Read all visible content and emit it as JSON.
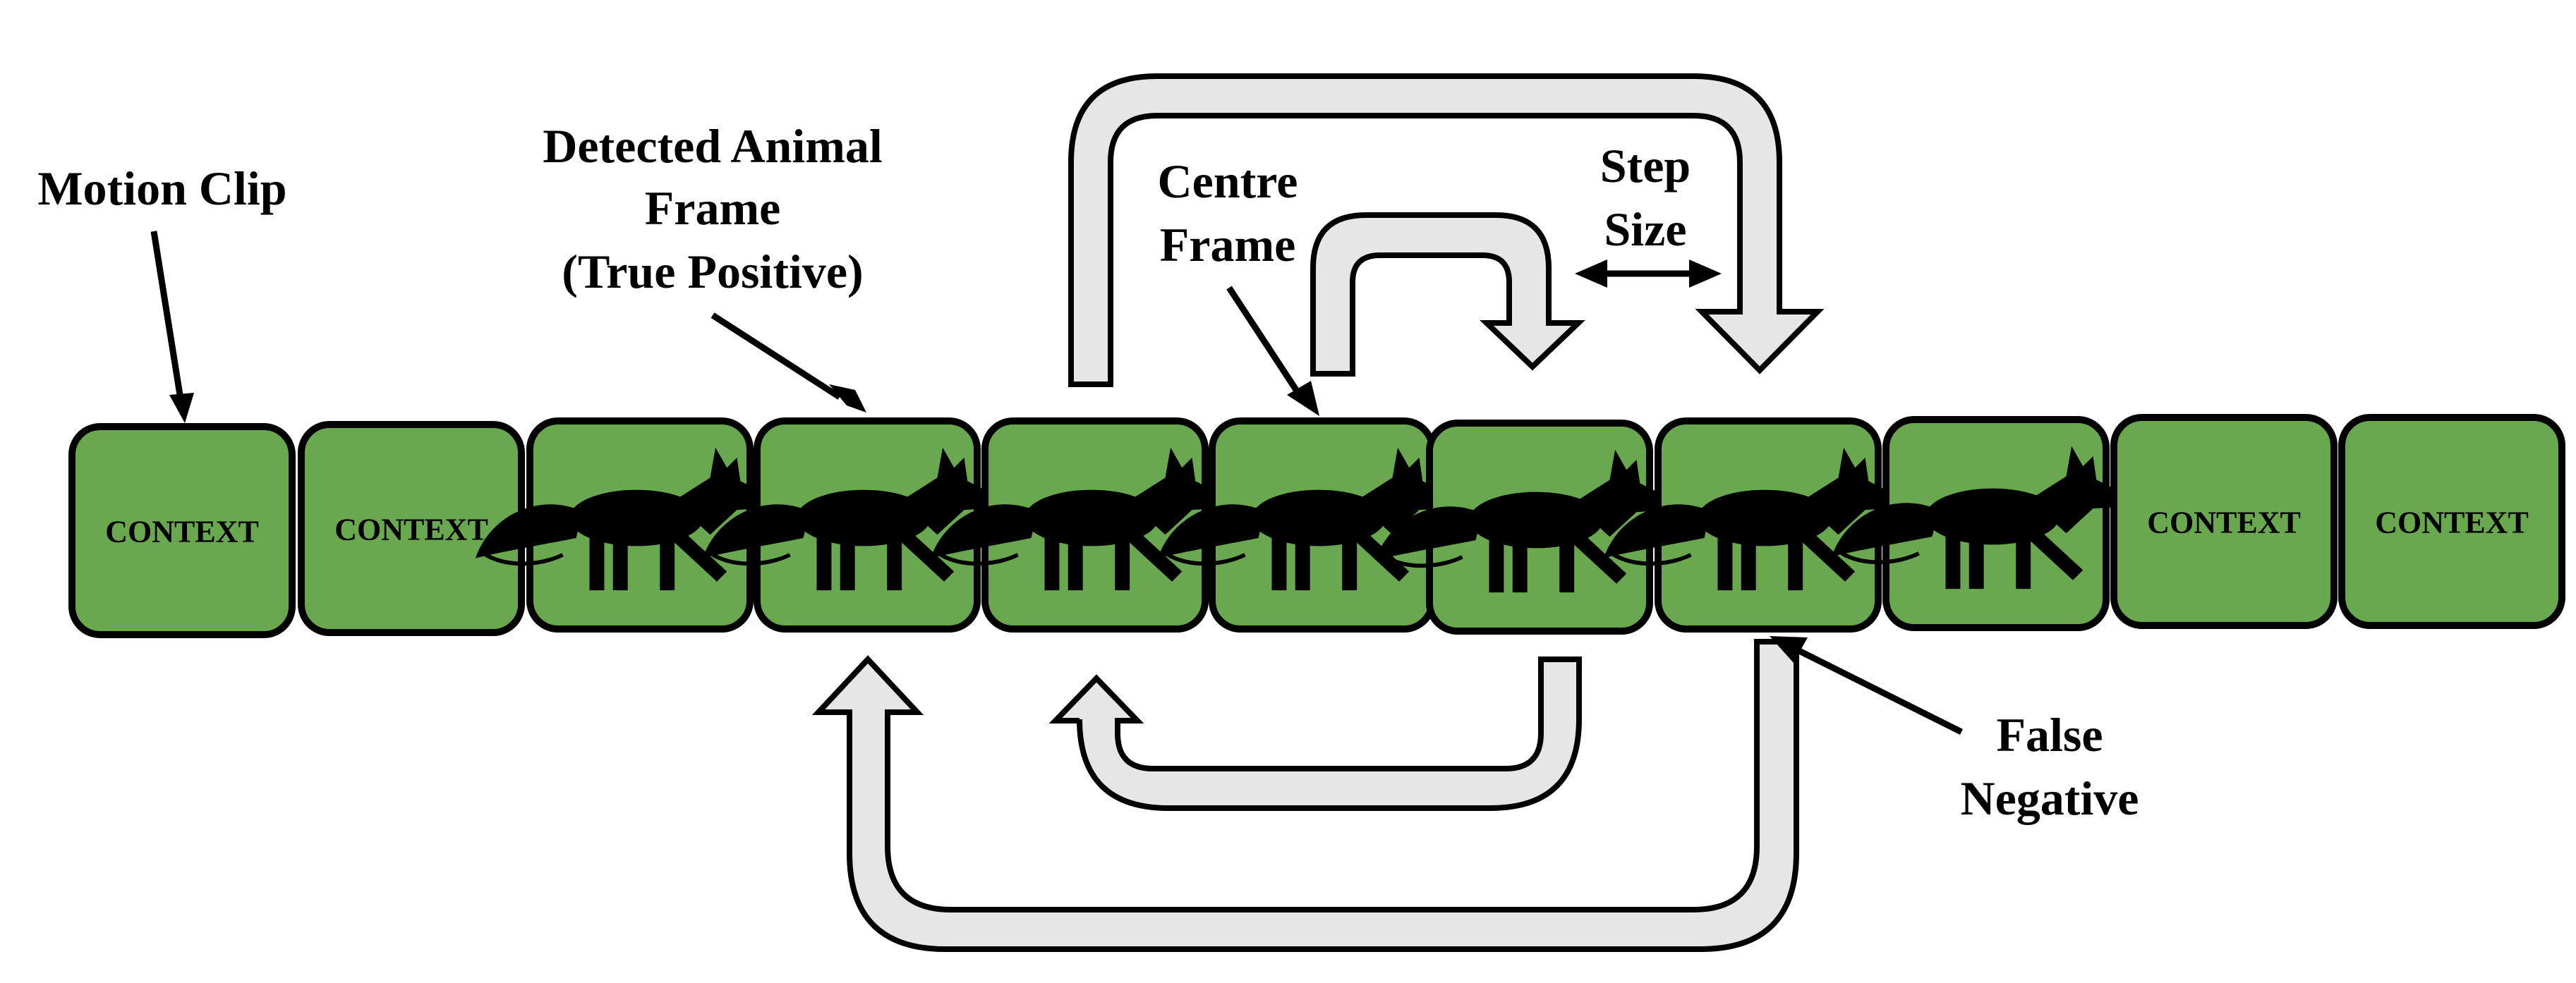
{
  "labels": {
    "motion_clip": "Motion Clip",
    "detected_line1": "Detected Animal",
    "detected_line2": "Frame",
    "detected_line3": "(True Positive)",
    "centre_line1": "Centre",
    "centre_line2": "Frame",
    "step_line1": "Step",
    "step_line2": "Size",
    "false_line1": "False",
    "false_line2": "Negative"
  },
  "frames": [
    {
      "type": "context",
      "text": "CONTEXT"
    },
    {
      "type": "context",
      "text": "CONTEXT"
    },
    {
      "type": "animal"
    },
    {
      "type": "animal"
    },
    {
      "type": "animal"
    },
    {
      "type": "animal"
    },
    {
      "type": "animal"
    },
    {
      "type": "animal"
    },
    {
      "type": "animal"
    },
    {
      "type": "context",
      "text": "CONTEXT"
    },
    {
      "type": "context",
      "text": "CONTEXT"
    }
  ],
  "colors": {
    "frame_fill": "#6aa84f",
    "arrow_fill": "#e6e6e6",
    "outline": "#000000"
  },
  "icons": {
    "animal": "fox-silhouette-icon"
  }
}
